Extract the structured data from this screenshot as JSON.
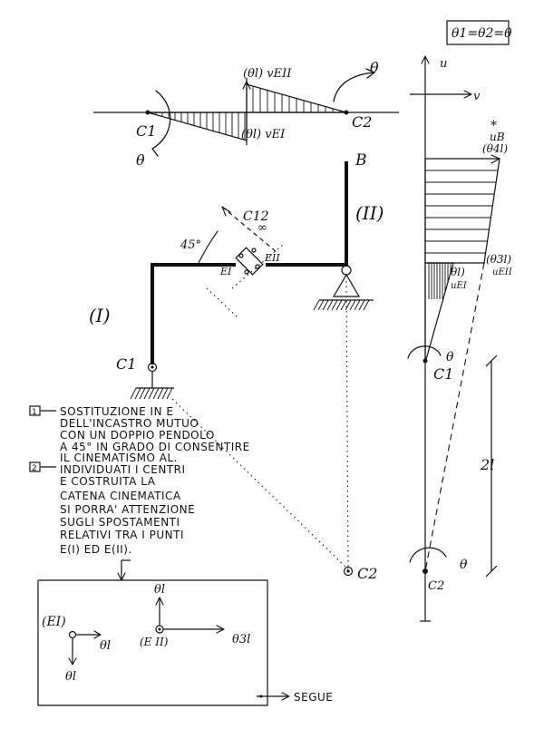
{
  "theta_eq": "θ1=θ2=θ",
  "top_diagram": {
    "label_upper": "(θl) vEII",
    "label_lower": "(θl) vEI",
    "c1": "C1",
    "c2": "C2",
    "theta_right": "θ",
    "theta_left": "θ"
  },
  "right_axes": {
    "u_axis": "u",
    "v_axis": "v",
    "star": "*",
    "uB": "uB",
    "uB_value": "(θ4l)",
    "uEII_value": "(θ3l)",
    "uEII": "uEII",
    "uEI_value": "θl)",
    "uEI": "uEI",
    "c1": "C1",
    "c2": "C2",
    "theta_c1": "θ",
    "theta_c2": "θ",
    "dimension": "2l"
  },
  "structure": {
    "B": "B",
    "body_II": "(II)",
    "body_I": "(I)",
    "c12": "C12",
    "infinity": "∞",
    "angle": "45°",
    "EI": "EI",
    "EII": "EII",
    "c1": "C1",
    "c2": "C2"
  },
  "notes": {
    "marker1": "1",
    "marker2": "2",
    "lines": [
      "SOSTITUZIONE IN E",
      "DELL'INCASTRO MUTUO",
      "CON UN DOPPIO PENDOLO",
      "A 45° IN GRADO DI CONSENTIRE",
      "IL CINEMATISMO AL.",
      "INDIVIDUATI I CENTRI",
      "E COSTRUITA LA",
      "CATENA CINEMATICA",
      "SI PORRA' ATTENZIONE",
      "SUGLI SPOSTAMENTI",
      "RELATIVI TRA I PUNTI",
      "E(I) ED E(II)."
    ]
  },
  "box": {
    "EI": "(EI)",
    "EII": "(E II)",
    "theta_l_up": "θl",
    "theta_l_right": "θl",
    "theta_l_down": "θl",
    "theta_3l": "θ3l",
    "segue": "SEGUE"
  }
}
